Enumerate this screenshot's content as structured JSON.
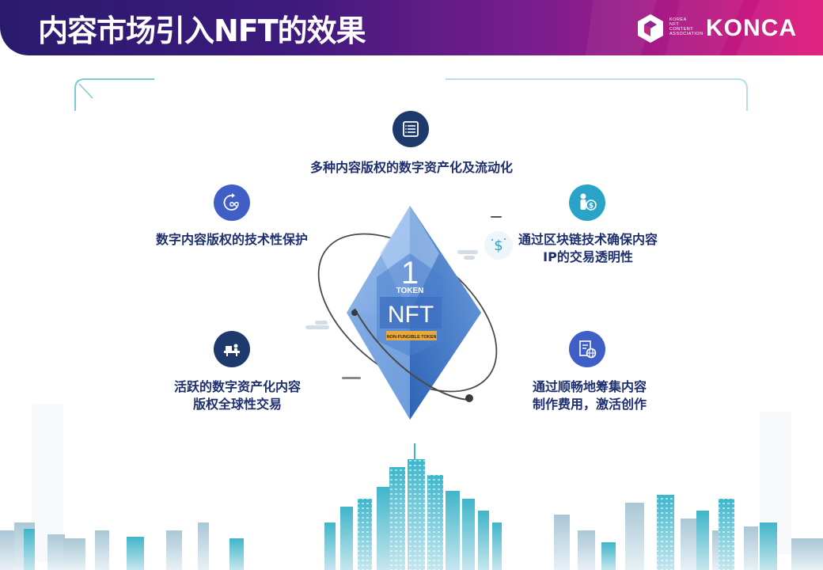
{
  "header": {
    "title": "内容市场引入NFT的效果",
    "logo_small_lines": [
      "KOREA",
      "NFT",
      "CONTENT",
      "ASSOCIATION"
    ],
    "logo_text": "KONCA"
  },
  "center": {
    "token_number": "1",
    "token_label": "TOKEN",
    "nft_label": "NFT",
    "ribbon_label": "NON-FUNGIBLE TOKEN"
  },
  "items": [
    {
      "icon": "list-document-icon",
      "lines": [
        "多种内容版权的数字资产化及流动化"
      ]
    },
    {
      "icon": "cycle-infinity-icon",
      "lines": [
        "数字内容版权的技术性保护"
      ]
    },
    {
      "icon": "person-dollar-icon",
      "lines": [
        "通过区块链技术确保内容",
        "IP的交易透明性"
      ]
    },
    {
      "icon": "trader-desk-icon",
      "lines": [
        "活跃的数字资产化内容",
        "版权全球性交易"
      ]
    },
    {
      "icon": "document-globe-icon",
      "lines": [
        "通过顺畅地筹集内容",
        "制作费用，激活创作"
      ]
    }
  ],
  "colors": {
    "header_start": "#2a1b6e",
    "header_end": "#e0167a",
    "icon_navy": "#1e3a6d",
    "icon_blue": "#3f5fc7",
    "icon_cyan": "#2aa3c9",
    "text_navy": "#1d2f6e",
    "crystal_blue": "#5b8fd8",
    "ribbon_gold": "#e8a93a"
  }
}
